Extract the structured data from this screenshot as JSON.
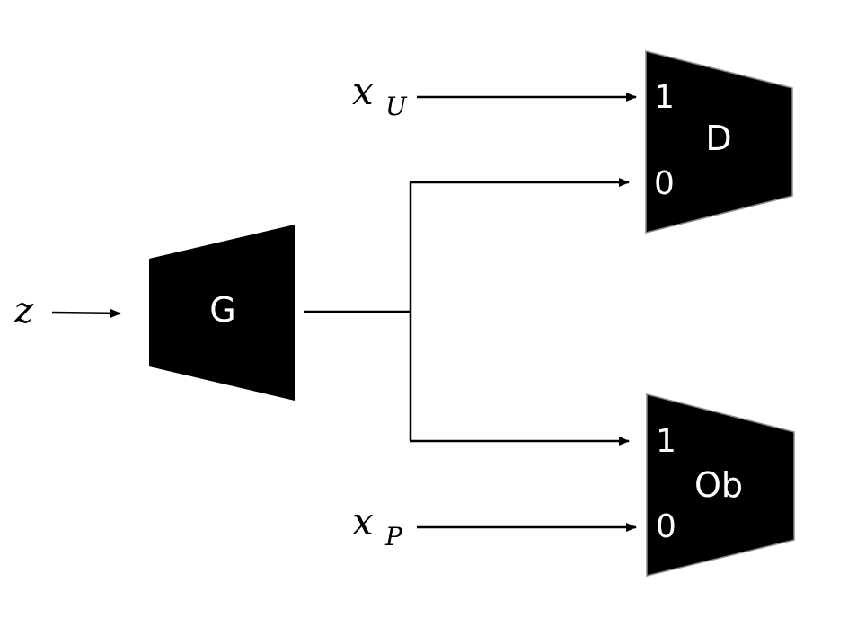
{
  "inputs": {
    "z": {
      "symbol": "z"
    },
    "x_u": {
      "symbol": "x",
      "subscript": "U"
    },
    "x_p": {
      "symbol": "x",
      "subscript": "P"
    }
  },
  "blocks": {
    "generator": {
      "label": "G"
    },
    "discriminator": {
      "label": "D",
      "port_top": "1",
      "port_bottom": "0"
    },
    "observer": {
      "label": "Ob",
      "port_top": "1",
      "port_bottom": "0"
    }
  },
  "colors": {
    "block_fill": "#000000",
    "block_text": "#ffffff",
    "line": "#000000",
    "background": "#ffffff"
  }
}
